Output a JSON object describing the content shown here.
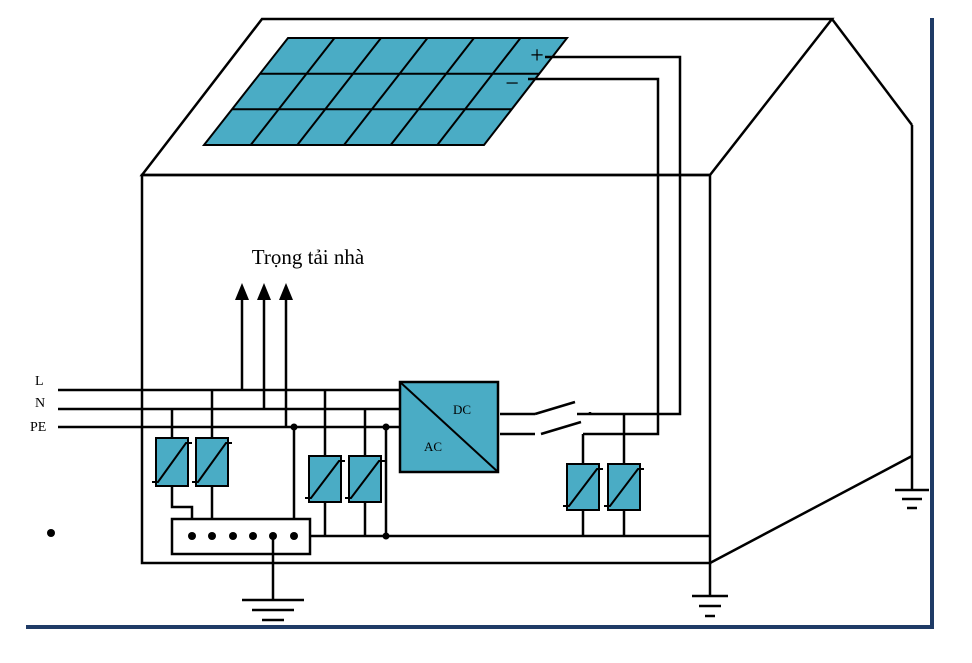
{
  "labels": {
    "load": "Trọng tải nhà",
    "line_l": "L",
    "line_n": "N",
    "line_pe": "PE",
    "dc": "DC",
    "ac": "AC",
    "plus": "+",
    "minus": "−"
  },
  "colors": {
    "panel_fill": "#4aacc5",
    "device_fill": "#4aacc5",
    "stroke": "#000000",
    "frame": "#1f3b66",
    "background": "#ffffff"
  }
}
